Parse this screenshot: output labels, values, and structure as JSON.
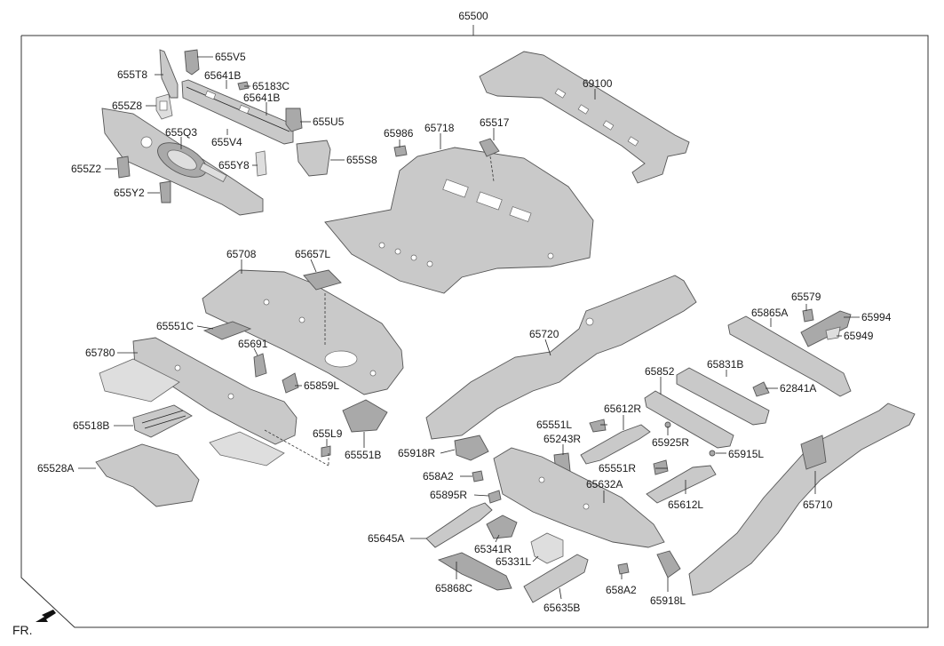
{
  "assembly": {
    "number": "65500"
  },
  "labels": {
    "p655V5": "655V5",
    "p655T8": "655T8",
    "p65641B_a": "65641B",
    "p65183C": "65183C",
    "p65641B_b": "65641B",
    "p655Z8": "655Z8",
    "p655U5": "655U5",
    "p655Q3": "655Q3",
    "p655V4": "655V4",
    "p655S8": "655S8",
    "p655Y8": "655Y8",
    "p655Z2": "655Z2",
    "p655Y2": "655Y2",
    "p65986": "65986",
    "p65718": "65718",
    "p65517": "65517",
    "p69100": "69100",
    "p65708": "65708",
    "p65657L": "65657L",
    "p65551C": "65551C",
    "p65780": "65780",
    "p65691": "65691",
    "p65859L": "65859L",
    "p65518B": "65518B",
    "p655L9": "655L9",
    "p65551B": "65551B",
    "p65528A": "65528A",
    "p65720": "65720",
    "p65579": "65579",
    "p65865A": "65865A",
    "p65994": "65994",
    "p65949": "65949",
    "p65852": "65852",
    "p65831B": "65831B",
    "p62841A": "62841A",
    "p65551L": "65551L",
    "p65612R": "65612R",
    "p65243R": "65243R",
    "p65925R": "65925R",
    "p65918R": "65918R",
    "p65915L": "65915L",
    "p65551R": "65551R",
    "p658A2_a": "658A2",
    "p65632A": "65632A",
    "p65895R": "65895R",
    "p65612L": "65612L",
    "p65710": "65710",
    "p65645A": "65645A",
    "p65341R": "65341R",
    "p65331L": "65331L",
    "p65868C": "65868C",
    "p658A2_b": "658A2",
    "p65918L": "65918L",
    "p65635B": "65635B"
  },
  "direction": {
    "label": "FR."
  }
}
